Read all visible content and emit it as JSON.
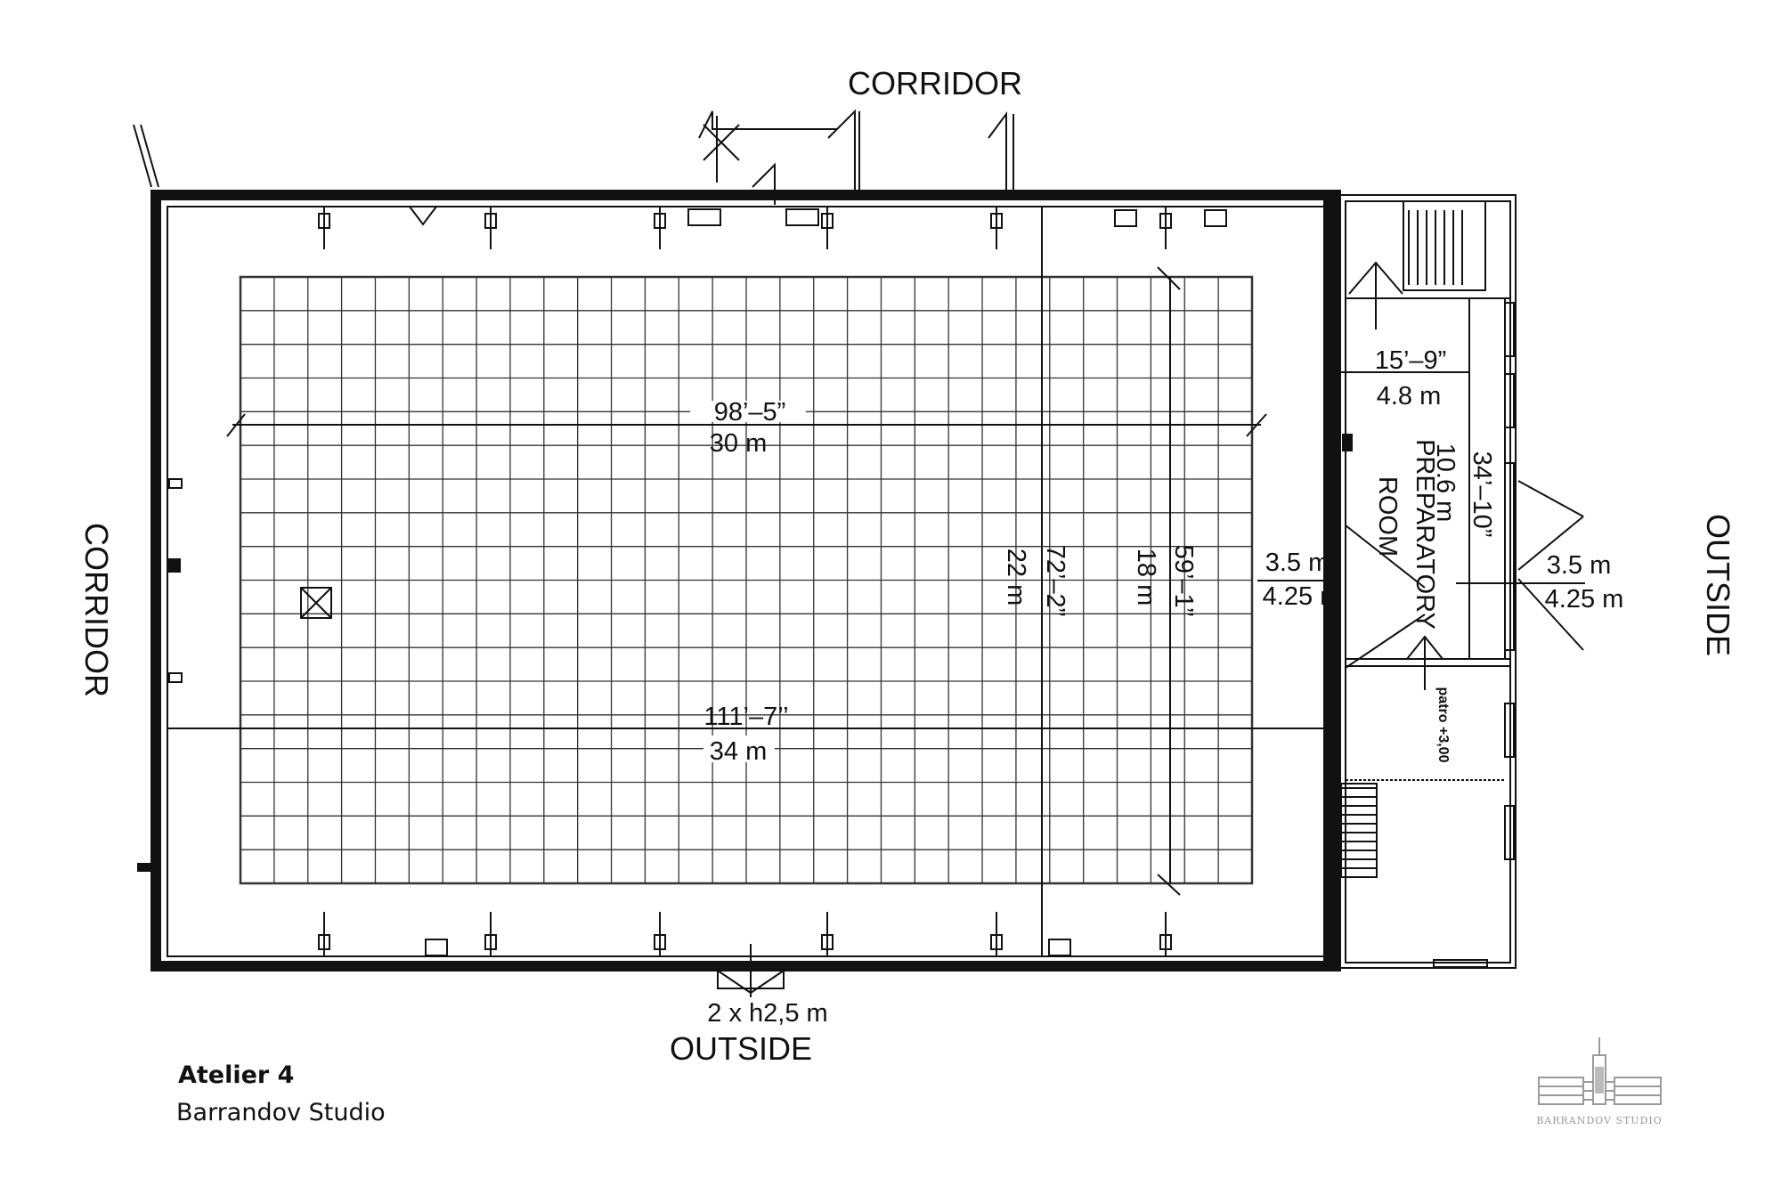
{
  "labels": {
    "corridor_top": "CORRIDOR",
    "corridor_left": "CORRIDOR",
    "outside_right": "OUTSIDE",
    "outside_bottom": "OUTSIDE",
    "door_bottom": "2 x h2,5 m"
  },
  "dimensions": {
    "inner_length_imperial": "98’–5”",
    "inner_length_metric": "30 m",
    "outer_length_imperial": "111’–7’’",
    "outer_length_metric": "34 m",
    "outer_width_imperial": "72’–2”",
    "outer_width_metric": "22 m",
    "inner_width_imperial": "59’–1”",
    "inner_width_metric": "18 m",
    "door_left_width": "3.5 m",
    "door_left_height": "4.25 m",
    "door_right_width": "3.5 m",
    "door_right_height": "4.25 m"
  },
  "preparatory_room": {
    "name_line1": "PREPARATORY",
    "name_line2": "ROOM",
    "width_imperial": "15’–9”",
    "width_metric": "4.8 m",
    "length_imperial": "34’–10”",
    "length_metric": "10.6 m",
    "floor_note": "patro +3,00"
  },
  "caption": {
    "title": "Atelier 4",
    "subtitle": "Barrandov Studio"
  },
  "logo": {
    "text": "BARRANDOV STUDIO"
  },
  "grid": {
    "columns": 30,
    "rows": 18
  },
  "colors": {
    "ink": "#111111",
    "logo": "#9a9a9a"
  }
}
